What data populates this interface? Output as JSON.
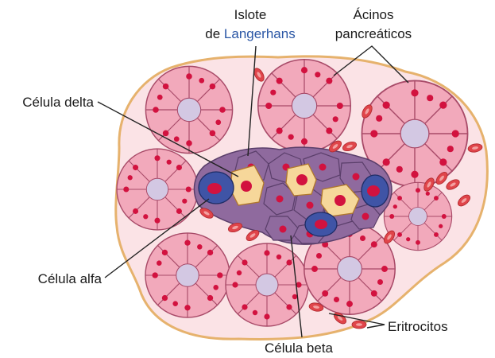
{
  "labels": {
    "islote_line1": "Islote",
    "islote_line2_prefix": "de ",
    "islote_line2_word": "Langerhans",
    "acinos_line1": "Ácinos",
    "acinos_line2": "pancreáticos",
    "celula_delta": "Célula delta",
    "celula_alfa": "Célula alfa",
    "celula_beta": "Célula beta",
    "eritrocitos": "Eritrocitos"
  },
  "colors": {
    "tissue_background": "#fbe3e6",
    "acinus_cell": "#f2a9bb",
    "acinus_cell_stroke": "#a84a68",
    "acinus_lumen": "#d3c8e3",
    "nucleus": "#d2123f",
    "islet_beta_cell": "#8f6a9e",
    "delta_cell": "#f6d79a",
    "alpha_cell": "#3f54a6",
    "erythrocyte": "#e0454a",
    "capsule_border": "#e6b26d",
    "langerhans_text": "#2a56a5",
    "pointer_line": "#222222"
  }
}
